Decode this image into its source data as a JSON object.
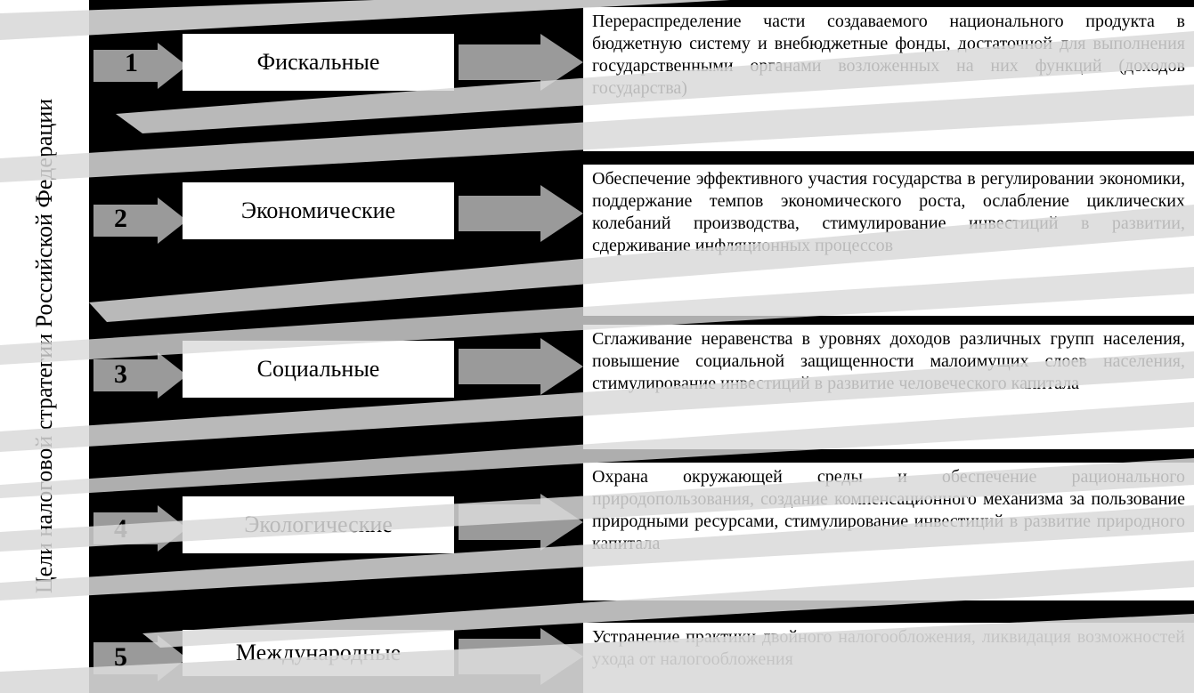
{
  "title": "Цели налоговой стратегии Российской Федерации",
  "rows": [
    {
      "number": "1",
      "category": "Фискальные",
      "description": "Перераспределение части создаваемого национального продукта в бюджетную систему и внебюджетные фонды, достаточной для выполнения государственными органами возложенных на них функций (доходов государства)"
    },
    {
      "number": "2",
      "category": "Экономические",
      "description": "Обеспечение эффективного участия государства в регулировании экономики, поддержание темпов экономического роста, ослабление циклических колебаний производства, стимулирование инвестиций в развитии, сдерживание инфляционных процессов"
    },
    {
      "number": "3",
      "category": "Социальные",
      "description": "Сглаживание неравенства в уровнях доходов различных групп населения, повышение социальной защищенности малоимущих слоев населения, стимулирование инвестиций в развитие человеческого капитала"
    },
    {
      "number": "4",
      "category": "Экологические",
      "description": "Охрана окружающей среды и обеспечение рационального природопользования, создание компенсационного механизма за пользование природными ресурсами, стимулирование инвестиций в развитие природного капитала"
    },
    {
      "number": "5",
      "category": "Международные",
      "description": "Устранение практики двойного налогообложения, ликвидация возможностей ухода от налогообложения"
    }
  ],
  "colors": {
    "background": "#000000",
    "box": "#ffffff",
    "arrow": "#9a9a9a",
    "glare": "#d9d9d9"
  }
}
